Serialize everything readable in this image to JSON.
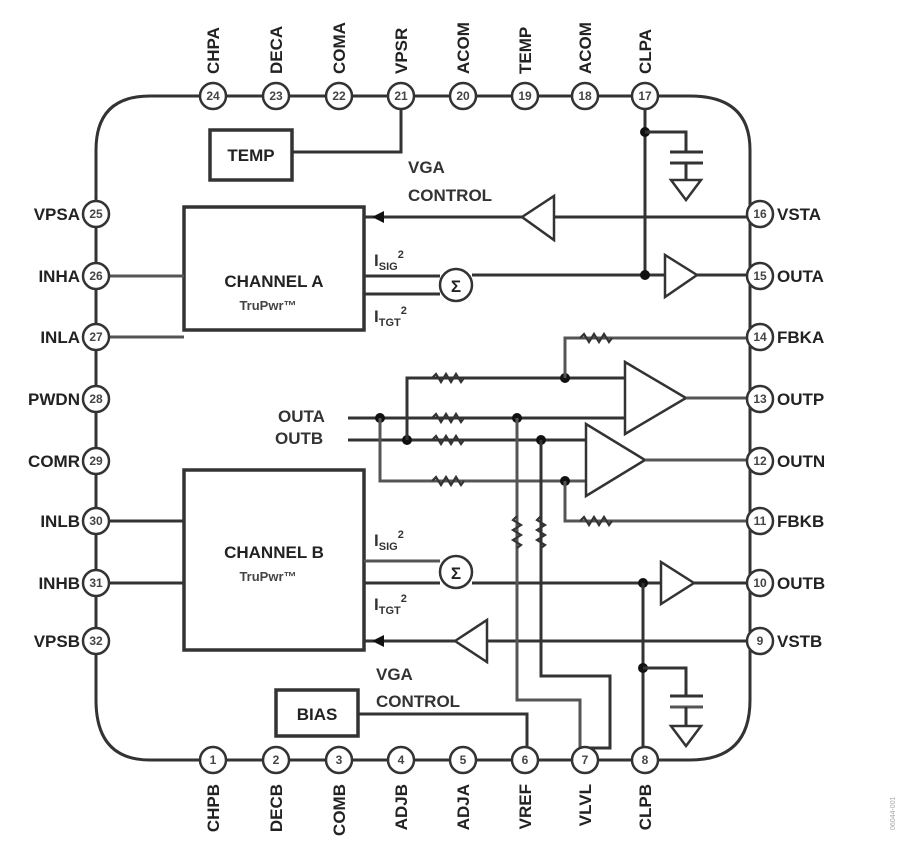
{
  "diagram": {
    "title": "Functional Block Diagram",
    "blocks": {
      "channel_a": {
        "name": "CHANNEL A",
        "subtitle": "TruPwr™"
      },
      "channel_b": {
        "name": "CHANNEL B",
        "subtitle": "TruPwr™"
      },
      "temp": "TEMP",
      "bias": "BIAS"
    },
    "signals": {
      "isig": "I",
      "isig_sub": "SIG",
      "itgt": "I",
      "itgt_sub": "TGT",
      "squared": "2",
      "sigma": "Σ",
      "vga_control_top": [
        "VGA",
        "CONTROL"
      ],
      "vga_control_bottom": [
        "VGA",
        "CONTROL"
      ],
      "outa_in": "OUTA",
      "outb_in": "OUTB"
    },
    "pins": {
      "top": [
        {
          "num": "24",
          "name": "CHPA"
        },
        {
          "num": "23",
          "name": "DECA"
        },
        {
          "num": "22",
          "name": "COMA"
        },
        {
          "num": "21",
          "name": "VPSR"
        },
        {
          "num": "20",
          "name": "ACOM"
        },
        {
          "num": "19",
          "name": "TEMP"
        },
        {
          "num": "18",
          "name": "ACOM"
        },
        {
          "num": "17",
          "name": "CLPA"
        }
      ],
      "bottom": [
        {
          "num": "1",
          "name": "CHPB"
        },
        {
          "num": "2",
          "name": "DECB"
        },
        {
          "num": "3",
          "name": "COMB"
        },
        {
          "num": "4",
          "name": "ADJB"
        },
        {
          "num": "5",
          "name": "ADJA"
        },
        {
          "num": "6",
          "name": "VREF"
        },
        {
          "num": "7",
          "name": "VLVL"
        },
        {
          "num": "8",
          "name": "CLPB"
        }
      ],
      "left": [
        {
          "num": "25",
          "name": "VPSA"
        },
        {
          "num": "26",
          "name": "INHA"
        },
        {
          "num": "27",
          "name": "INLA"
        },
        {
          "num": "28",
          "name": "PWDN"
        },
        {
          "num": "29",
          "name": "COMR"
        },
        {
          "num": "30",
          "name": "INLB"
        },
        {
          "num": "31",
          "name": "INHB"
        },
        {
          "num": "32",
          "name": "VPSB"
        }
      ],
      "right": [
        {
          "num": "16",
          "name": "VSTA"
        },
        {
          "num": "15",
          "name": "OUTA"
        },
        {
          "num": "14",
          "name": "FBKA"
        },
        {
          "num": "13",
          "name": "OUTP"
        },
        {
          "num": "12",
          "name": "OUTN"
        },
        {
          "num": "11",
          "name": "FBKB"
        },
        {
          "num": "10",
          "name": "OUTB"
        },
        {
          "num": "9",
          "name": "VSTB"
        }
      ]
    },
    "figure_id": "06044-001"
  }
}
